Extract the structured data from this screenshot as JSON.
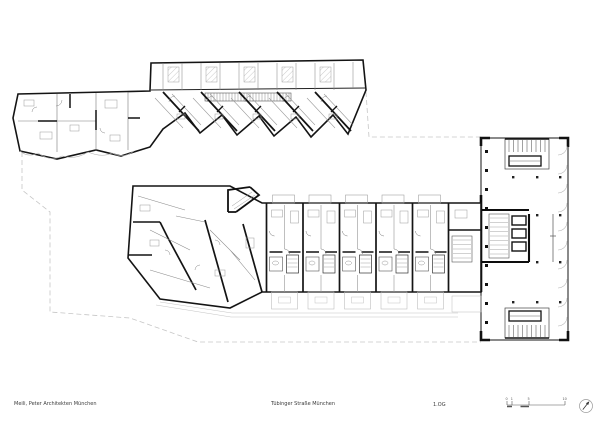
{
  "sheet": {
    "architect": "Meili, Peter Architekten München",
    "project": "Tübinger Straße München",
    "level": "1.OG"
  },
  "scale_bar": {
    "ticks": [
      "0",
      "1",
      "5",
      "10"
    ]
  },
  "plan": {
    "wings": {
      "north": "north-sawtooth-wing",
      "south": "south-linear-wing",
      "east": "east-block"
    },
    "colors": {
      "wall": "#141414",
      "medium_line": "#555555",
      "thin_line": "#8f8f8f",
      "light_line": "#bbbbbb",
      "dash_line": "#c6c6c6",
      "text": "#3c3c3c",
      "paper": "#ffffff"
    }
  }
}
